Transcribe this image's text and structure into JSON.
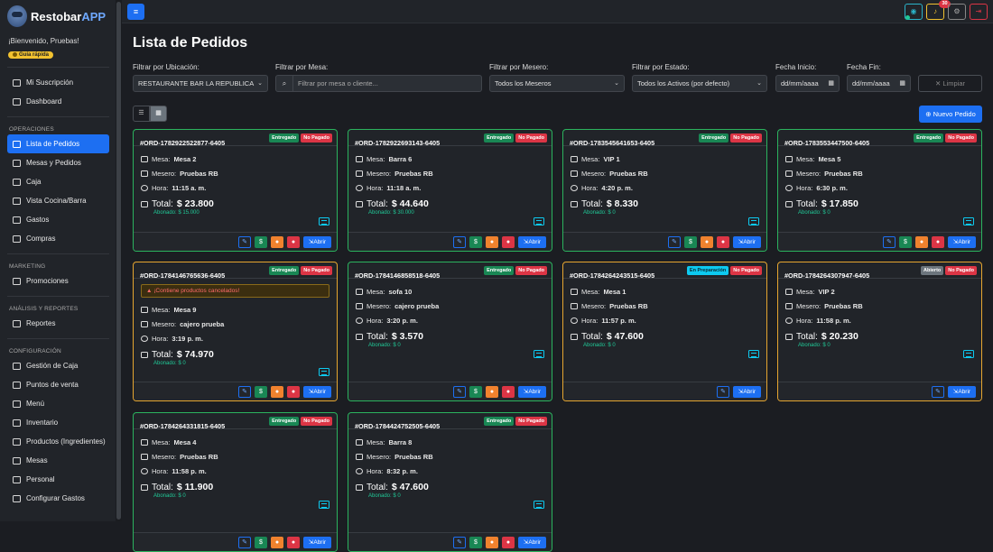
{
  "app": {
    "brand_main": "Restobar",
    "brand_accent": "APP"
  },
  "sidebar": {
    "welcome": "¡Bienvenido, Pruebas!",
    "guide": "Guía rápida",
    "top_items": [
      {
        "label": "Mi Suscripción",
        "icon": "subscription-icon"
      },
      {
        "label": "Dashboard",
        "icon": "home-icon"
      }
    ],
    "sections": [
      {
        "title": "OPERACIONES",
        "items": [
          {
            "label": "Lista de Pedidos",
            "icon": "list-icon",
            "active": true
          },
          {
            "label": "Mesas y Pedidos",
            "icon": "tables-icon"
          },
          {
            "label": "Caja",
            "icon": "cash-register-icon"
          },
          {
            "label": "Vista Cocina/Barra",
            "icon": "monitor-icon"
          },
          {
            "label": "Gastos",
            "icon": "expenses-icon"
          },
          {
            "label": "Compras",
            "icon": "cart-icon"
          }
        ]
      },
      {
        "title": "MARKETING",
        "items": [
          {
            "label": "Promociones",
            "icon": "megaphone-icon"
          }
        ]
      },
      {
        "title": "ANÁLISIS Y REPORTES",
        "items": [
          {
            "label": "Reportes",
            "icon": "chart-icon"
          }
        ]
      },
      {
        "title": "CONFIGURACIÓN",
        "items": [
          {
            "label": "Gestión de Caja",
            "icon": "cash-icon"
          },
          {
            "label": "Puntos de venta",
            "icon": "location-icon"
          },
          {
            "label": "Menú",
            "icon": "book-icon"
          },
          {
            "label": "Inventario",
            "icon": "box-icon"
          },
          {
            "label": "Productos (Ingredientes)",
            "icon": "boxes-icon"
          },
          {
            "label": "Mesas",
            "icon": "table-icon"
          },
          {
            "label": "Personal",
            "icon": "people-icon"
          },
          {
            "label": "Configurar Gastos",
            "icon": "settings-icon"
          }
        ]
      }
    ]
  },
  "topbar": {
    "notifications": "30"
  },
  "page": {
    "title": "Lista de Pedidos",
    "filters": {
      "location_label": "Filtrar por Ubicación:",
      "location_value": "RESTAURANTE BAR LA REPUBLICA",
      "table_label": "Filtrar por Mesa:",
      "table_placeholder": "Filtrar por mesa o cliente...",
      "waiter_label": "Filtrar por Mesero:",
      "waiter_value": "Todos los Meseros",
      "status_label": "Filtrar por Estado:",
      "status_value": "Todos los Activos (por defecto)",
      "start_label": "Fecha Inicio:",
      "start_value": "dd/mm/aaaa",
      "end_label": "Fecha Fin:",
      "end_value": "dd/mm/aaaa",
      "clear": "Limpiar"
    },
    "new_order": "Nuevo Pedido"
  },
  "labels": {
    "mesa": "Mesa:",
    "mesero": "Mesero:",
    "hora": "Hora:",
    "total": "Total:",
    "abonado": "Abonado:",
    "open": "Abrir"
  },
  "orders": [
    {
      "id": "#ORD-1782922522877-6405",
      "status": "Entregado",
      "payment": "No Pagado",
      "mesa": "Mesa 2",
      "mesero": "Pruebas RB",
      "hora": "11:15 a. m.",
      "total": "$ 23.800",
      "abonado": "$ 15.000",
      "alert": ""
    },
    {
      "id": "#ORD-1782922693143-6405",
      "status": "Entregado",
      "payment": "No Pagado",
      "mesa": "Barra 6",
      "mesero": "Pruebas RB",
      "hora": "11:18 a. m.",
      "total": "$ 44.640",
      "abonado": "$ 30.000",
      "alert": ""
    },
    {
      "id": "#ORD-1783545641653-6405",
      "status": "Entregado",
      "payment": "No Pagado",
      "mesa": "VIP 1",
      "mesero": "Pruebas RB",
      "hora": "4:20 p. m.",
      "total": "$ 8.330",
      "abonado": "$ 0",
      "alert": ""
    },
    {
      "id": "#ORD-1783553447500-6405",
      "status": "Entregado",
      "payment": "No Pagado",
      "mesa": "Mesa 5",
      "mesero": "Pruebas RB",
      "hora": "6:30 p. m.",
      "total": "$ 17.850",
      "abonado": "$ 0",
      "alert": ""
    },
    {
      "id": "#ORD-1784146765636-6405",
      "status": "Entregado",
      "payment": "No Pagado",
      "mesa": "Mesa 9",
      "mesero": "cajero prueba",
      "hora": "3:19 p. m.",
      "total": "$ 74.970",
      "abonado": "$ 0",
      "alert": "¡Contiene productos cancelados!"
    },
    {
      "id": "#ORD-1784146858518-6405",
      "status": "Entregado",
      "payment": "No Pagado",
      "mesa": "sofa 10",
      "mesero": "cajero prueba",
      "hora": "3:20 p. m.",
      "total": "$ 3.570",
      "abonado": "$ 0",
      "alert": ""
    },
    {
      "id": "#ORD-1784264243515-6405",
      "status": "En Preparación",
      "payment": "No Pagado",
      "mesa": "Mesa 1",
      "mesero": "Pruebas RB",
      "hora": "11:57 p. m.",
      "total": "$ 47.600",
      "abonado": "$ 0",
      "alert": ""
    },
    {
      "id": "#ORD-1784264307947-6405",
      "status": "Abierto",
      "payment": "No Pagado",
      "mesa": "VIP 2",
      "mesero": "Pruebas RB",
      "hora": "11:58 p. m.",
      "total": "$ 20.230",
      "abonado": "$ 0",
      "alert": ""
    },
    {
      "id": "#ORD-1784264331815-6405",
      "status": "Entregado",
      "payment": "No Pagado",
      "mesa": "Mesa 4",
      "mesero": "Pruebas RB",
      "hora": "11:58 p. m.",
      "total": "$ 11.900",
      "abonado": "$ 0",
      "alert": ""
    },
    {
      "id": "#ORD-1784424752505-6405",
      "status": "Entregado",
      "payment": "No Pagado",
      "mesa": "Barra 8",
      "mesero": "Pruebas RB",
      "hora": "8:32 p. m.",
      "total": "$ 47.600",
      "abonado": "$ 0",
      "alert": ""
    }
  ]
}
